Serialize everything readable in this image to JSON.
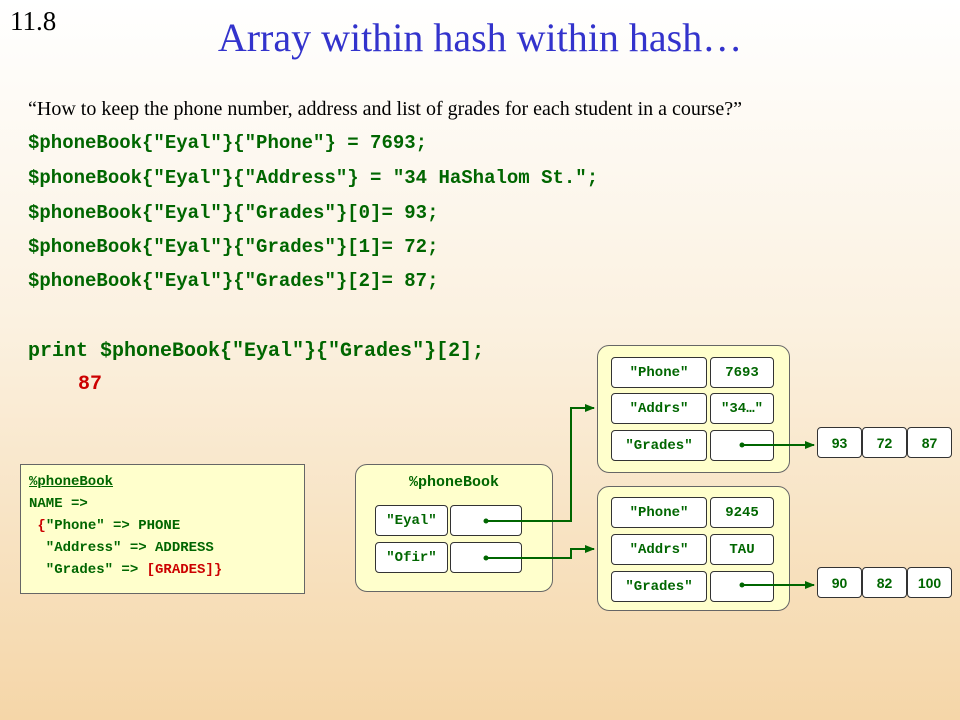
{
  "slide_number": "11.8",
  "title": "Array within hash within hash…",
  "question": "“How to keep the phone number, address and list of grades for each student in a course?”",
  "code_lines": [
    "$phoneBook{\"Eyal\"}{\"Phone\"} = 7693;",
    "$phoneBook{\"Eyal\"}{\"Address\"} = \"34 HaShalom St.\";",
    "$phoneBook{\"Eyal\"}{\"Grades\"}[0]= 93;",
    "$phoneBook{\"Eyal\"}{\"Grades\"}[1]= 72;",
    "$phoneBook{\"Eyal\"}{\"Grades\"}[2]= 87;"
  ],
  "print_line": "print $phoneBook{\"Eyal\"}{\"Grades\"}[2];",
  "print_result": "87",
  "legend": {
    "line1": "%phoneBook",
    "line2": "NAME =>",
    "line3_open": " {",
    "line3_rest": "\"Phone\" => PHONE",
    "line4": "  \"Address\" => ADDRESS",
    "line5_pre": "  \"Grades\" => ",
    "line5_code": "[GRADES]",
    "line5_close": "}"
  },
  "hash": {
    "header": "%phoneBook",
    "keys": [
      "\"Eyal\"",
      "\"Ofir\""
    ]
  },
  "records": [
    {
      "phone_key": "\"Phone\"",
      "phone_val": "7693",
      "addr_key": "\"Addrs\"",
      "addr_val": "\"34…\"",
      "grades_key": "\"Grades\"",
      "grades": [
        "93",
        "72",
        "87"
      ]
    },
    {
      "phone_key": "\"Phone\"",
      "phone_val": "9245",
      "addr_key": "\"Addrs\"",
      "addr_val": "TAU",
      "grades_key": "\"Grades\"",
      "grades": [
        "90",
        "82",
        "100"
      ]
    }
  ],
  "colors": {
    "title": "#3333cc",
    "code": "#006600",
    "result": "#cc0000",
    "box_fill": "#ffffcc",
    "arrow": "#006600"
  }
}
